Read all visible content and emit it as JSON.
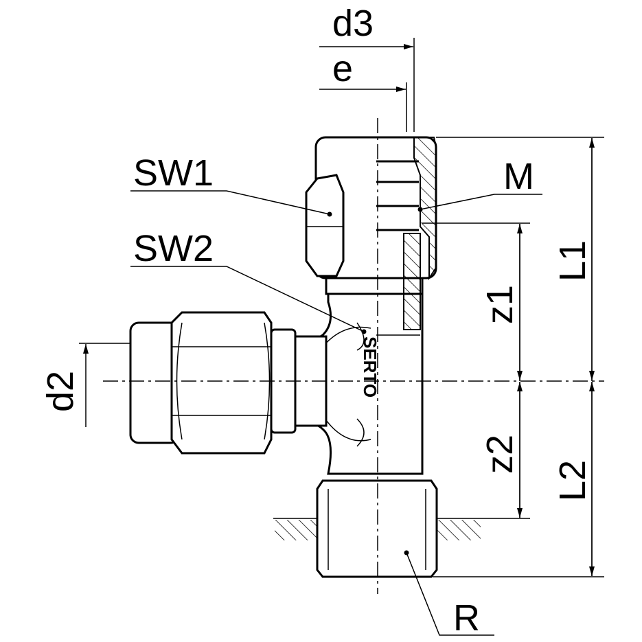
{
  "labels": {
    "d3": "d3",
    "e": "e",
    "sw1": "SW1",
    "sw2": "SW2",
    "m": "M",
    "l1": "L1",
    "l2": "L2",
    "z1": "z1",
    "z2": "z2",
    "d2": "d2",
    "r": "R"
  },
  "logo": "SERTO"
}
